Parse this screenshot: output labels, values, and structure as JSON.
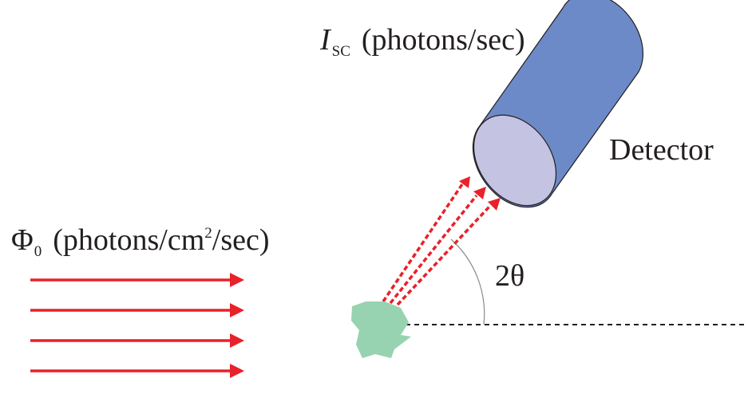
{
  "labels": {
    "scattered_intensity": {
      "symbol": "I",
      "subscript": "SC",
      "units": "(photons/sec)"
    },
    "detector": "Detector",
    "incident_flux": {
      "symbol": "Φ",
      "subscript": "0",
      "units_before": "(photons/cm",
      "units_superscript": "2",
      "units_after": "/sec)"
    },
    "angle": "2θ"
  },
  "colors": {
    "beam": "#e8212a",
    "detector_body": "#6d8ac8",
    "detector_face": "#c5c3e2",
    "sample": "#97d3b0",
    "outline": "#231f20"
  }
}
